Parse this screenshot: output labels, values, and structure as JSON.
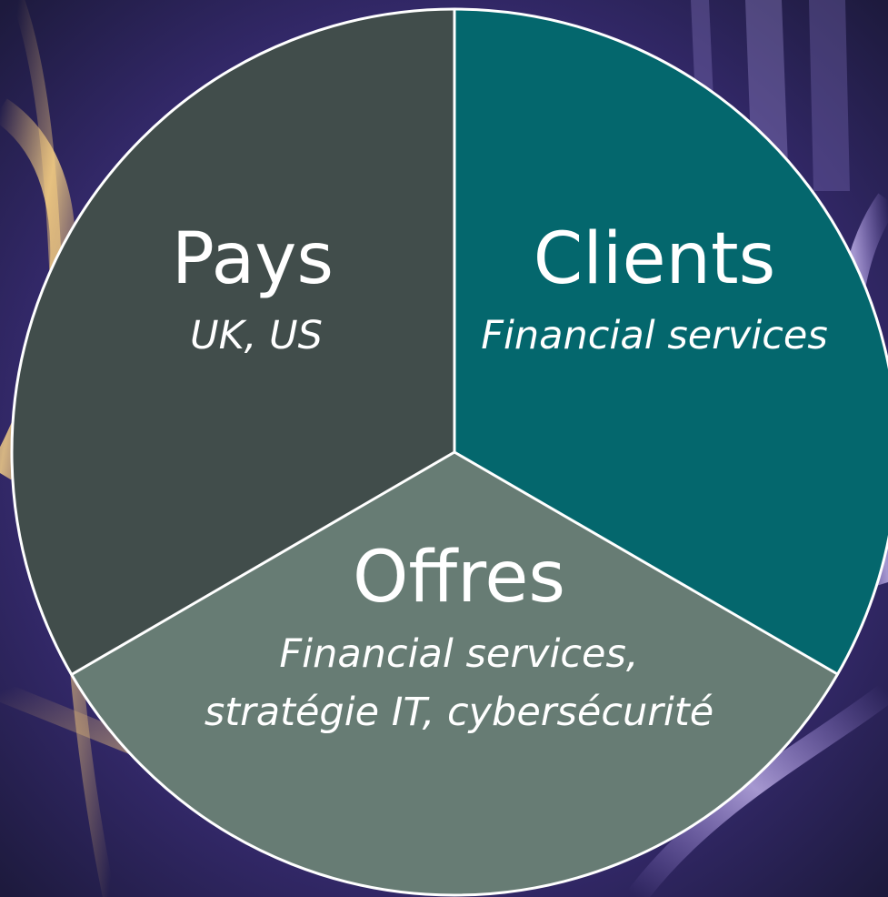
{
  "segments": [
    {
      "id": "pays",
      "title": "Pays",
      "subtitle_lines": [
        "UK, US"
      ],
      "color": "#414d4b"
    },
    {
      "id": "clients",
      "title": "Clients",
      "subtitle_lines": [
        "Financial services"
      ],
      "color": "#04676d"
    },
    {
      "id": "offres",
      "title": "Offres",
      "subtitle_lines": [
        "Financial services,",
        "stratégie IT, cybersécurité"
      ],
      "color": "#677c74"
    }
  ],
  "colors": {
    "background_dark": "#1d1a3d",
    "background_glow": "#7c5fd6",
    "divider": "#ffffff"
  }
}
